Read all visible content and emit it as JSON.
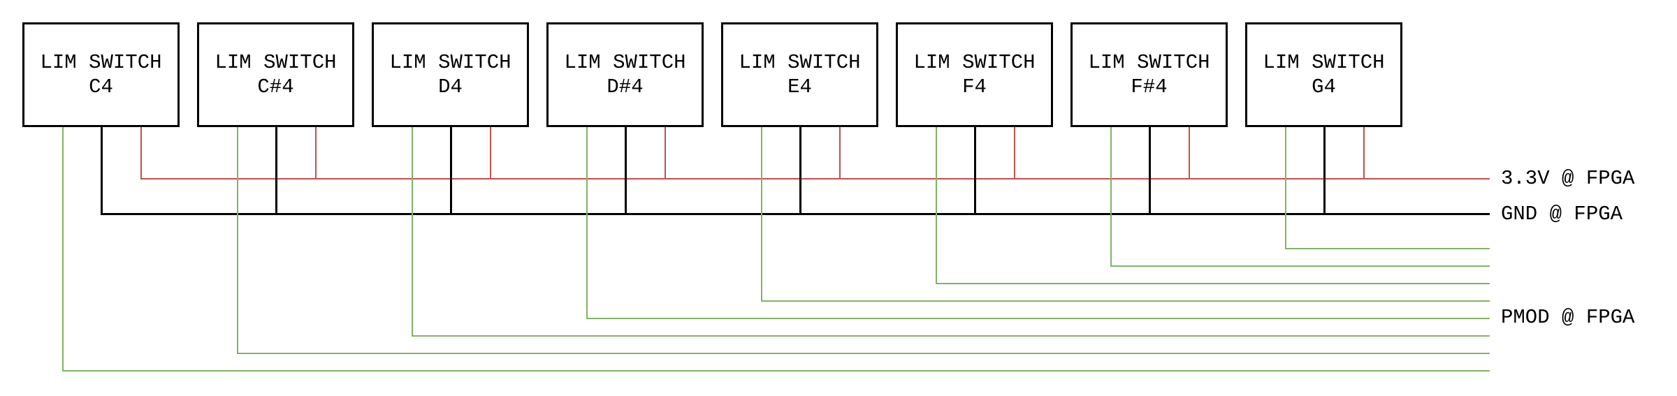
{
  "switches": [
    {
      "label": "LIM SWITCH",
      "note": "C4"
    },
    {
      "label": "LIM SWITCH",
      "note": "C#4"
    },
    {
      "label": "LIM SWITCH",
      "note": "D4"
    },
    {
      "label": "LIM SWITCH",
      "note": "D#4"
    },
    {
      "label": "LIM SWITCH",
      "note": "E4"
    },
    {
      "label": "LIM SWITCH",
      "note": "F4"
    },
    {
      "label": "LIM SWITCH",
      "note": "F#4"
    },
    {
      "label": "LIM SWITCH",
      "note": "G4"
    }
  ],
  "rail_labels": {
    "power": "3.3V @ FPGA",
    "ground": "GND @ FPGA",
    "signal": "PMOD @ FPGA"
  },
  "colors": {
    "power_wire": "#C0504D",
    "ground_wire": "#000000",
    "signal_wire": "#82B366",
    "box_border": "#000000",
    "text": "#000000",
    "background": "#FFFFFF"
  }
}
